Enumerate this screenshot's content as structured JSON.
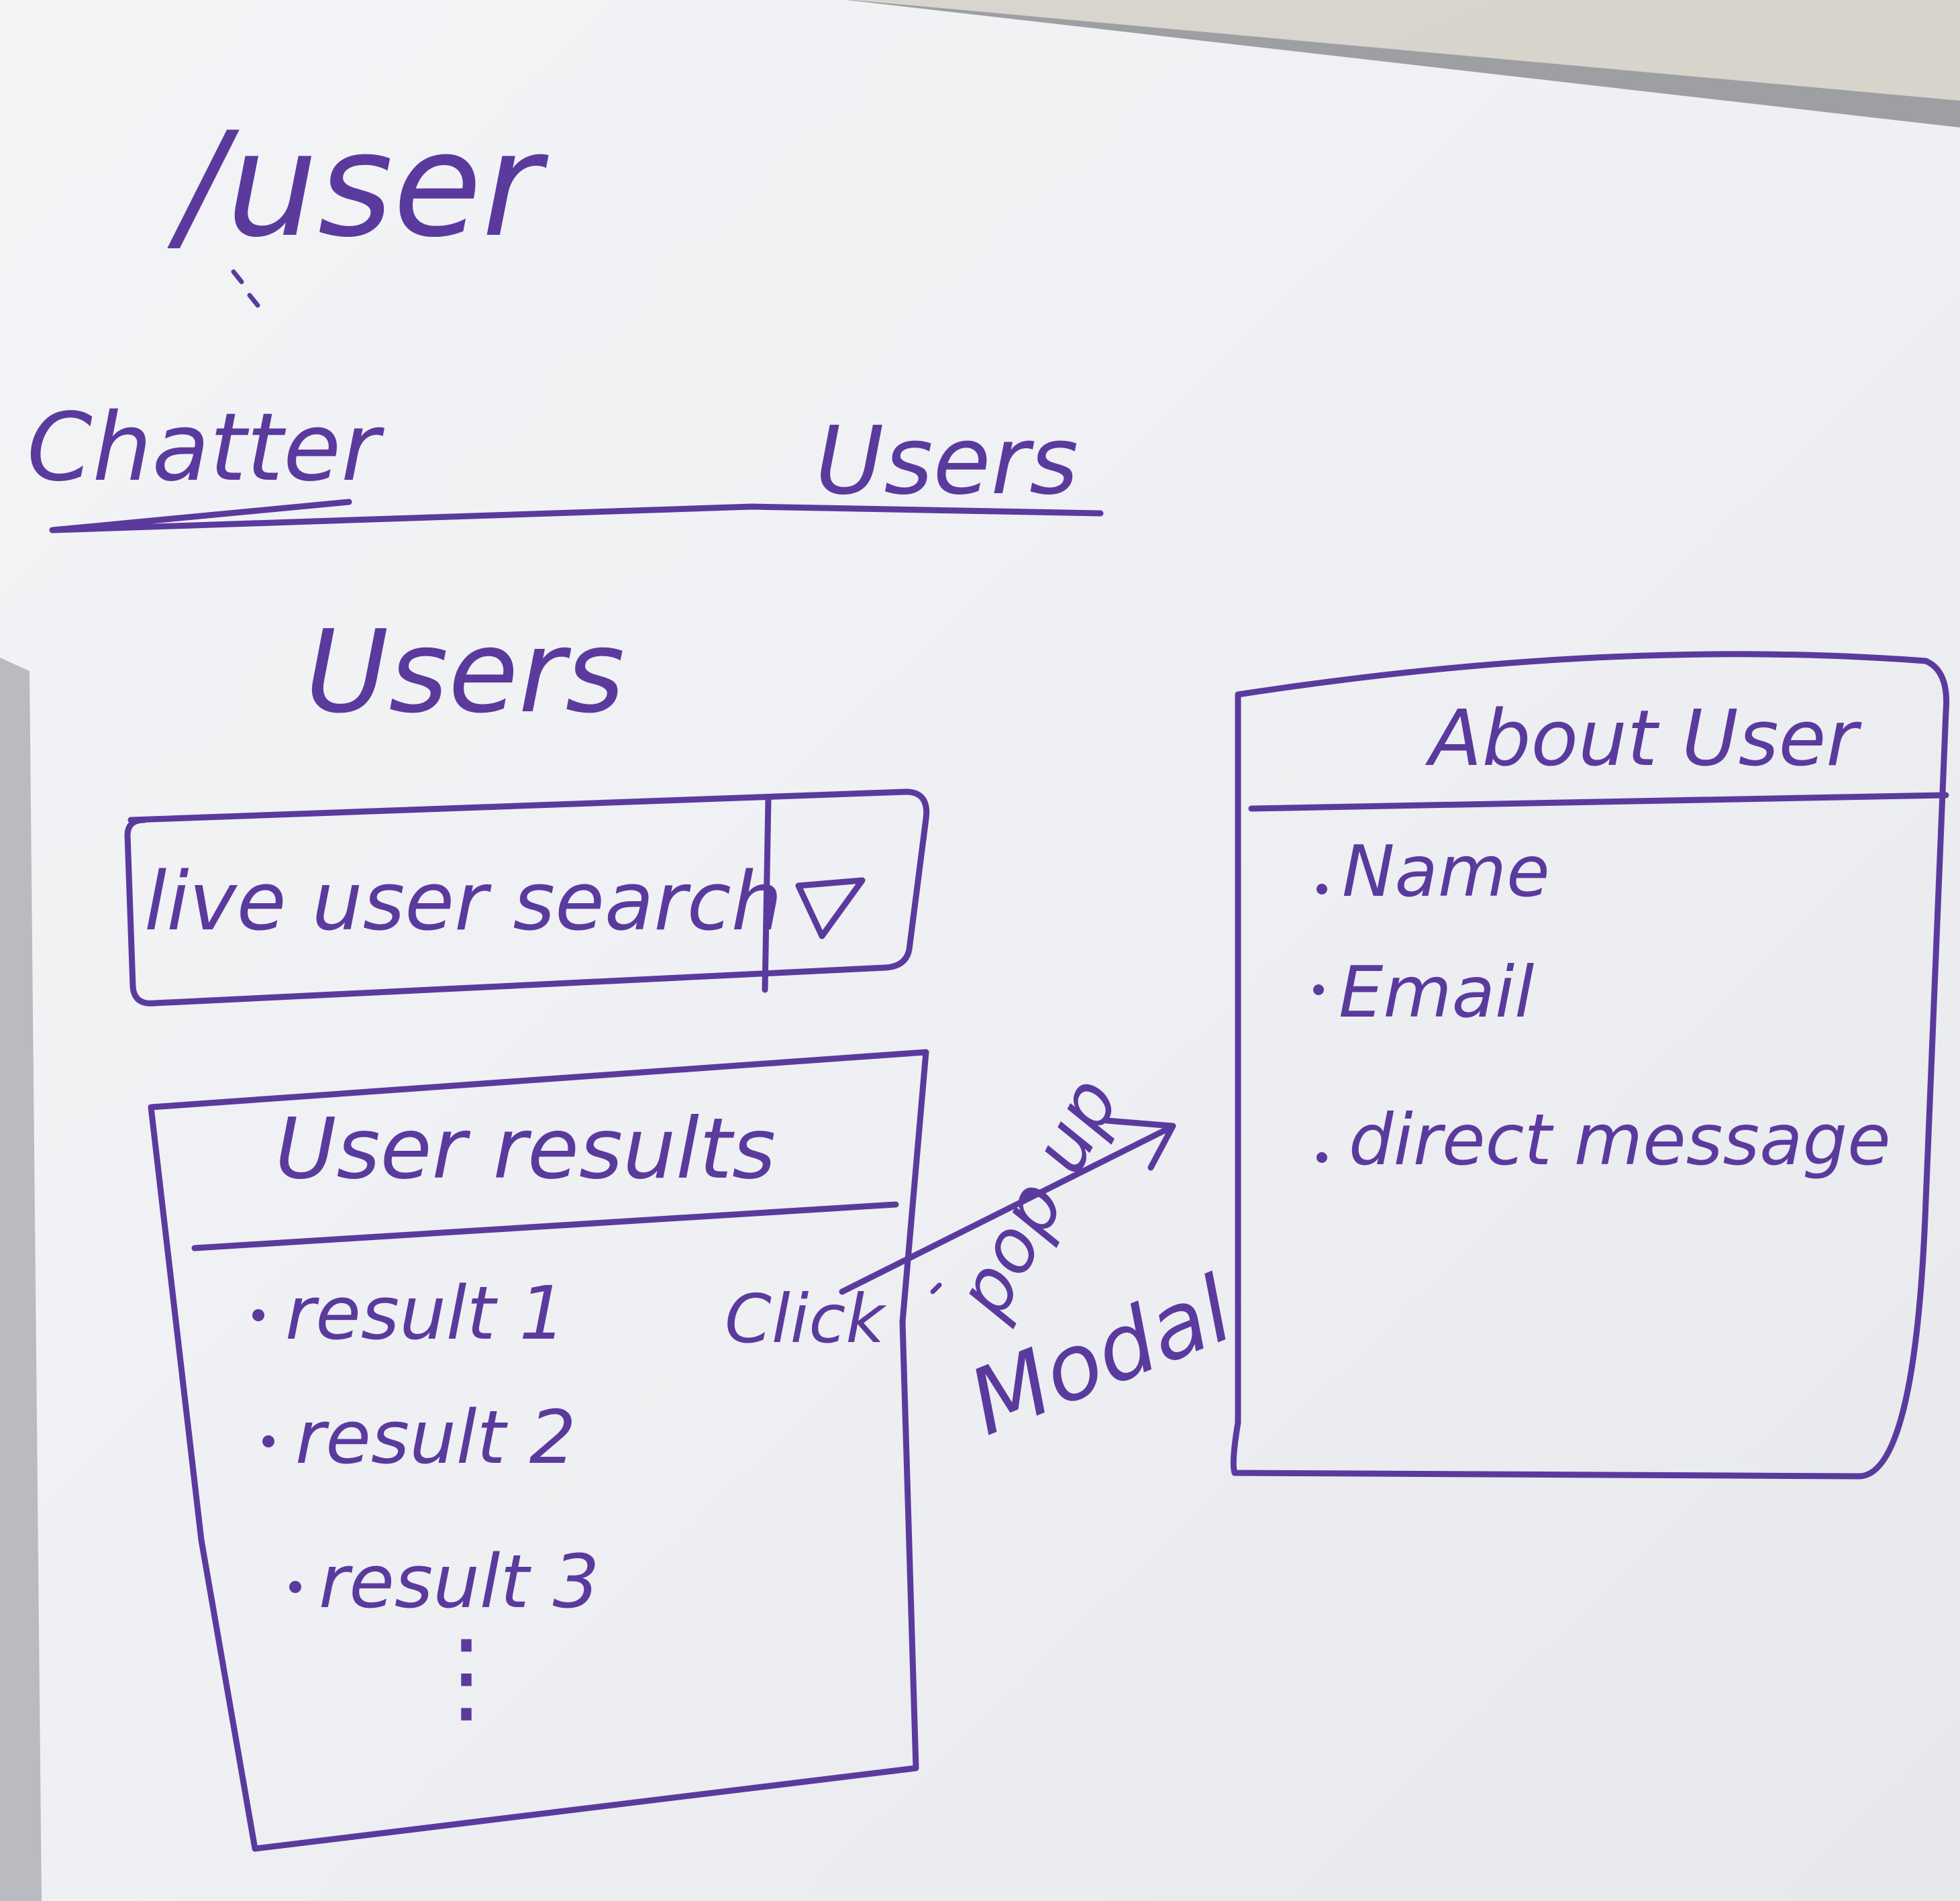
{
  "route": {
    "title": "/user"
  },
  "navbar": {
    "brand": "Chatter",
    "link": "Users"
  },
  "page": {
    "heading": "Users"
  },
  "search": {
    "placeholder": "live user search",
    "dropdown_icon": "triangle-down-icon"
  },
  "results": {
    "title": "User results",
    "items": [
      "result 1",
      "result 2",
      "result 3"
    ],
    "more": "⋮"
  },
  "annotation": {
    "click": "Click",
    "popup_line1": "pop up",
    "popup_line2": "Modal"
  },
  "modal": {
    "title": "About User",
    "fields": [
      "Name",
      "Email",
      "direct message"
    ]
  },
  "colors": {
    "ink": "#5b3a9e",
    "board": "#f4f5f6",
    "frame": "#a9a9a9"
  }
}
